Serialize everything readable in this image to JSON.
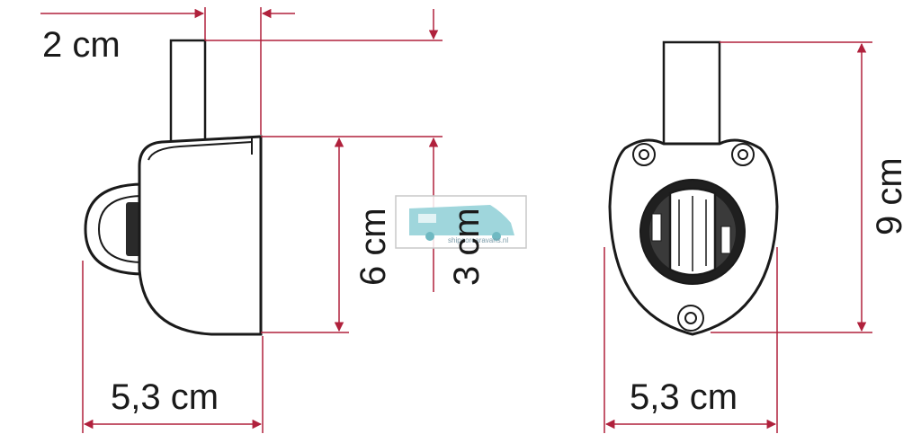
{
  "side_view": {
    "top_width_label": "2 cm",
    "body_height_label": "6 cm",
    "tube_height_label": "3 cm",
    "width_label": "5,3 cm"
  },
  "front_view": {
    "height_label": "9 cm",
    "width_label": "5,3 cm"
  },
  "watermark": {
    "text": "shipoorcaravans.nl"
  },
  "colors": {
    "dimension_line": "#b0213c",
    "outline": "#1a1a1a",
    "body_fill": "#ffffff",
    "watermark_vehicle": "#9fd6dc"
  },
  "icons": [
    "caravan-lock-side",
    "caravan-lock-front",
    "camper-van-watermark"
  ]
}
